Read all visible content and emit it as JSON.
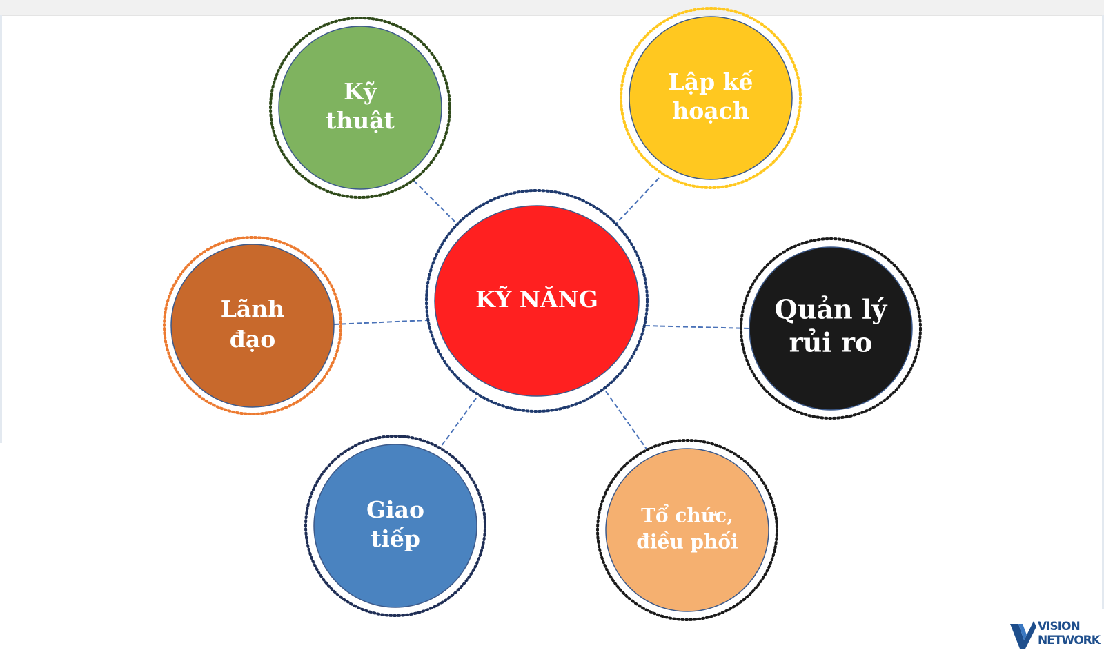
{
  "diagram": {
    "center": {
      "label": "KỸ NĂNG",
      "fill": "#ff2020",
      "ring": "#1f3a6e"
    },
    "nodes": [
      {
        "id": "ky-thuat",
        "lines": [
          "Kỹ",
          "thuật"
        ],
        "fill": "#7fb35f",
        "ring": "#2f4a1a",
        "text": "#ffffff"
      },
      {
        "id": "lap-ke-hoach",
        "lines": [
          "Lập kế",
          "hoạch"
        ],
        "fill": "#ffc820",
        "ring": "#ffc820",
        "text": "#ffffff"
      },
      {
        "id": "lanh-dao",
        "lines": [
          "Lãnh",
          "đạo"
        ],
        "fill": "#c8692c",
        "ring": "#ec7a30",
        "text": "#ffffff"
      },
      {
        "id": "quan-ly-rui-ro",
        "lines": [
          "Quản lý",
          "rủi ro"
        ],
        "fill": "#1a1a1a",
        "ring": "#1a1a1a",
        "text": "#ffffff"
      },
      {
        "id": "giao-tiep",
        "lines": [
          "Giao",
          "tiếp"
        ],
        "fill": "#4a83c0",
        "ring": "#1f2e55",
        "text": "#ffffff"
      },
      {
        "id": "to-chuc-dieu-phoi",
        "lines": [
          "Tổ chức,",
          "điều phối"
        ],
        "fill": "#f5b070",
        "ring": "#1a1a1a",
        "text": "#ffffff"
      }
    ],
    "connector_color": "#4a72b8"
  },
  "logo": {
    "line1": "VISION",
    "line2": "NETWORK",
    "color": "#1e4e8c"
  }
}
